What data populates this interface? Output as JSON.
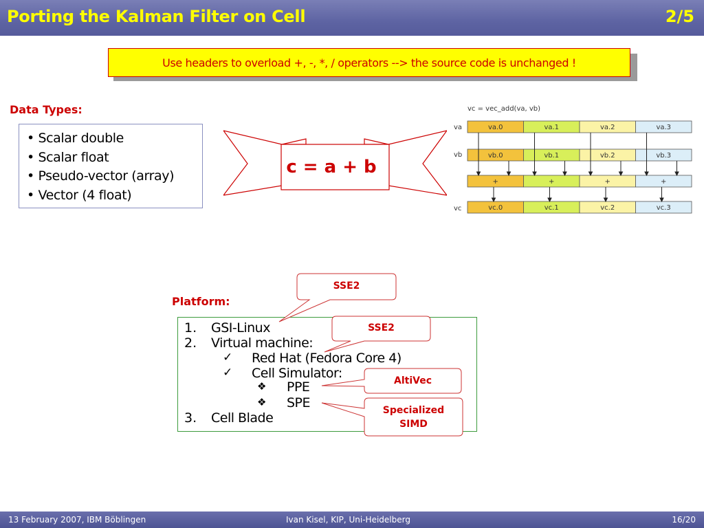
{
  "header": {
    "title": "Porting the Kalman Filter on Cell",
    "slide_counter": "2/5"
  },
  "note": {
    "text": "Use headers to overload +, -, *, / operators --> the source code is unchanged !"
  },
  "data_types": {
    "heading": "Data Types:",
    "items": [
      "Scalar double",
      "Scalar float",
      "Pseudo-vector (array)",
      "Vector (4 float)"
    ],
    "bullet": "•"
  },
  "banner": {
    "text": "c = a + b"
  },
  "diagram": {
    "title": "vc = vec_add(va, vb)",
    "rows": [
      {
        "label": "va",
        "cells": [
          "va.0",
          "va.1",
          "va.2",
          "va.3"
        ]
      },
      {
        "label": "vb",
        "cells": [
          "vb.0",
          "vb.1",
          "vb.2",
          "vb.3"
        ]
      },
      {
        "label": "",
        "cells": [
          "+",
          "+",
          "+",
          "+"
        ]
      },
      {
        "label": "vc",
        "cells": [
          "vc.0",
          "vc.1",
          "vc.2",
          "vc.3"
        ]
      }
    ],
    "colors": [
      "#f3c23c",
      "#d8ef5a",
      "#fbf3a6",
      "#dceef8"
    ]
  },
  "platform": {
    "heading": "Platform:",
    "items": [
      {
        "marker": "1.",
        "text": "GSI-Linux"
      },
      {
        "marker": "2.",
        "text": "Virtual machine:"
      },
      {
        "marker": "✓",
        "text": "Red Hat (Fedora Core 4)"
      },
      {
        "marker": "✓",
        "text": "Cell Simulator:"
      },
      {
        "marker": "❖",
        "text": "PPE"
      },
      {
        "marker": "❖",
        "text": "SPE"
      },
      {
        "marker": "3.",
        "text": "Cell Blade"
      }
    ]
  },
  "callouts": [
    {
      "text": "SSE2"
    },
    {
      "text": "SSE2"
    },
    {
      "text": "AltiVec"
    },
    {
      "text": "Specialized SIMD"
    }
  ],
  "footer": {
    "date_venue": "13 February 2007, IBM Böblingen",
    "author": "Ivan Kisel, KIP, Uni-Heidelberg",
    "page": "16/20"
  }
}
